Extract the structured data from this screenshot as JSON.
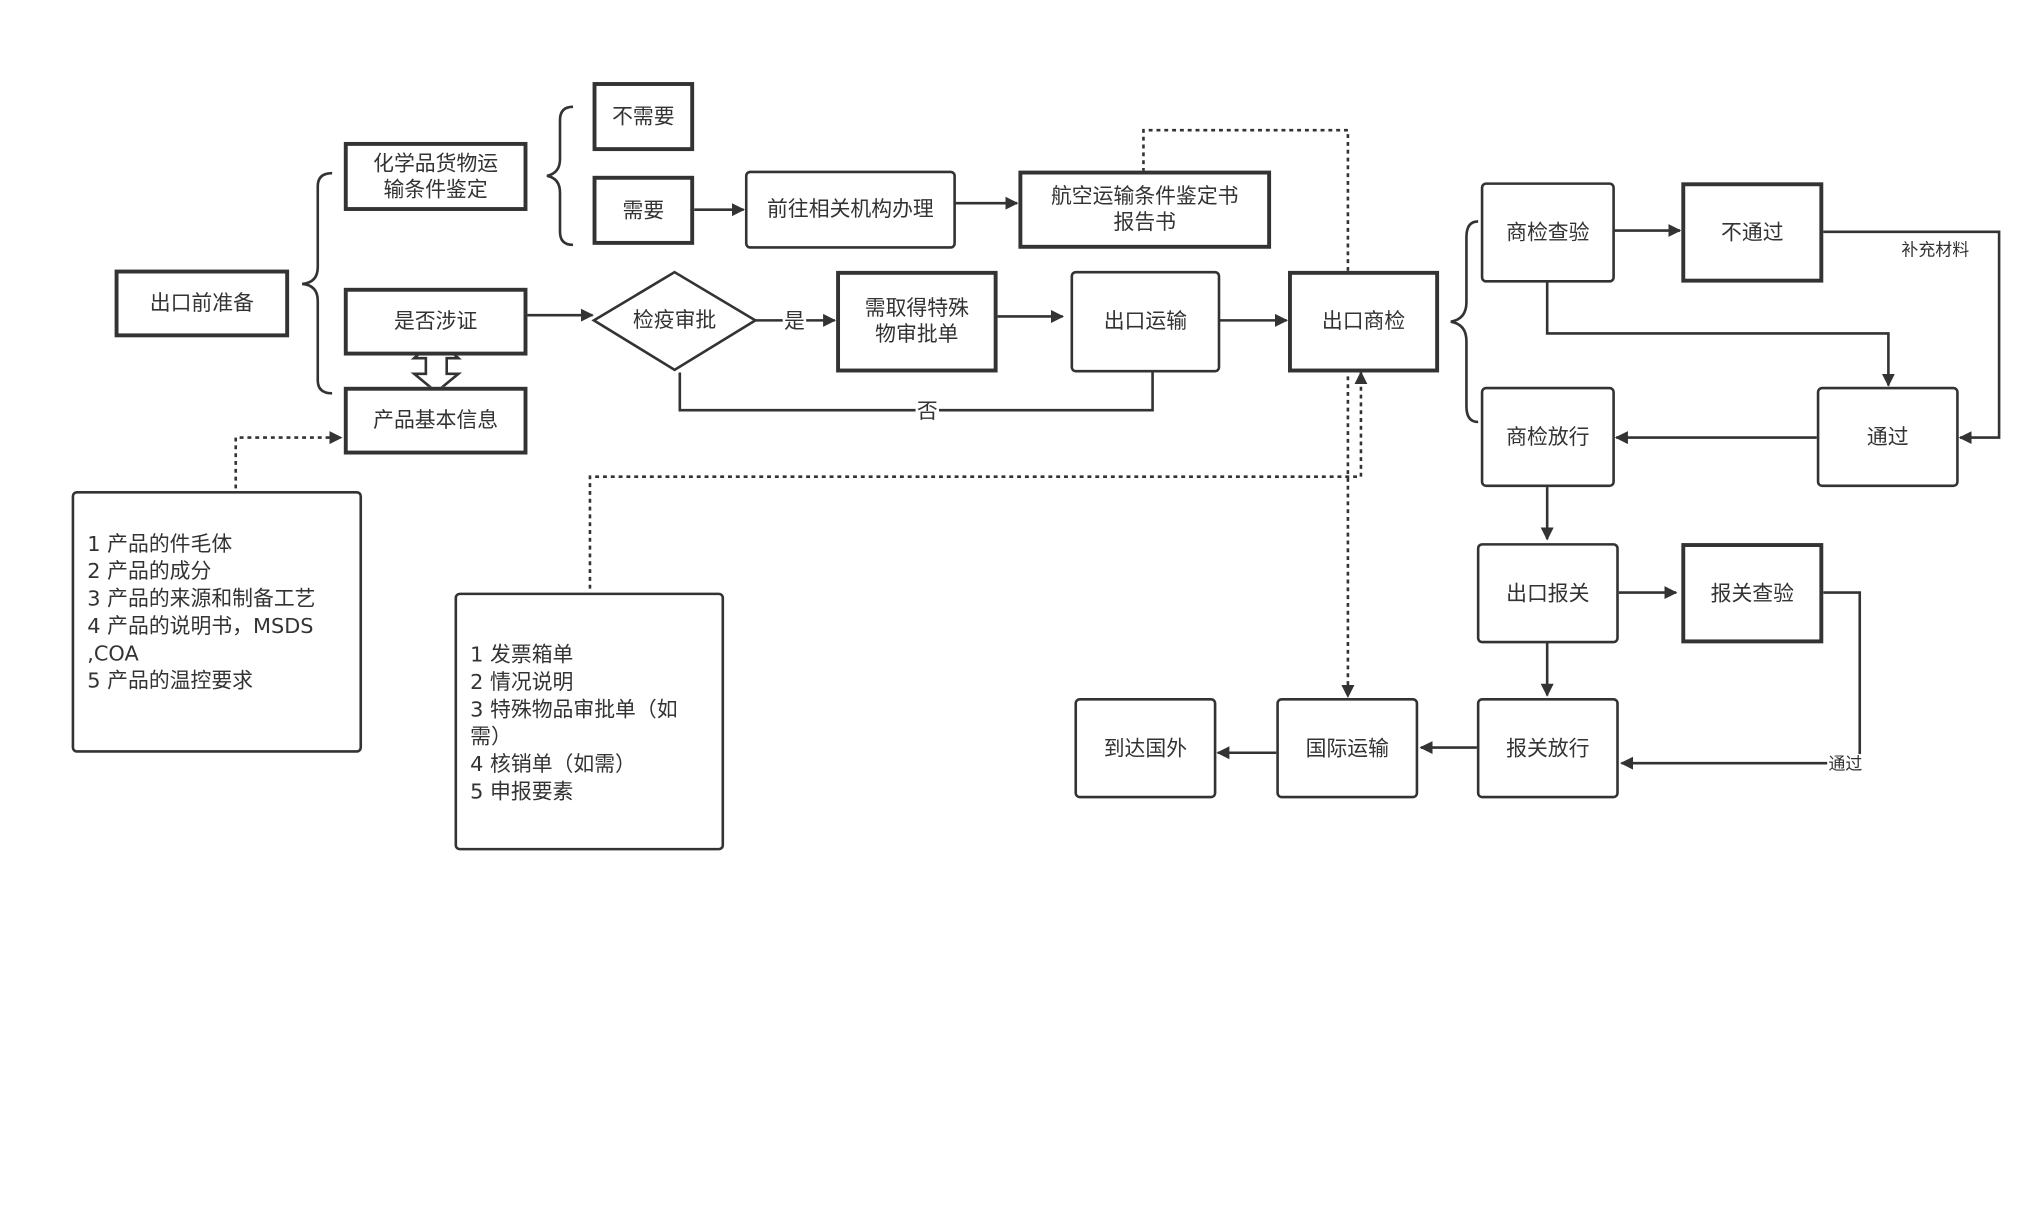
{
  "nodes": {
    "pre_export": "出口前准备",
    "chem_appraisal": "化学品货物运\n输条件鉴定",
    "not_needed": "不需要",
    "needed": "需要",
    "go_agency": "前往相关机构办理",
    "air_report": "航空运输条件鉴定书\n报告书",
    "involves_cert": "是否涉证",
    "product_info": "产品基本信息",
    "quarantine": "检疫审批",
    "special_approval": "需取得特殊\n物审批单",
    "export_transport": "出口运输",
    "export_inspection": "出口商检",
    "inspection_check": "商检查验",
    "not_pass": "不通过",
    "pass": "通过",
    "inspection_release": "商检放行",
    "export_declare": "出口报关",
    "customs_check": "报关查验",
    "customs_release": "报关放行",
    "intl_transport": "国际运输",
    "arrive_abroad": "到达国外"
  },
  "edge_labels": {
    "yes": "是",
    "no": "否",
    "supplement": "补充材料",
    "passed": "通过"
  },
  "notes": {
    "product_list": [
      "1 产品的件毛体",
      "2 产品的成分",
      "3 产品的来源和制备工艺",
      "4 产品的说明书，MSDS\n,COA",
      "5 产品的温控要求"
    ],
    "document_list": [
      "1 发票箱单",
      "2 情况说明",
      "3 特殊物品审批单（如\n需）",
      "4 核销单（如需）",
      "5 申报要素"
    ]
  },
  "colors": {
    "line": "#333333",
    "background": "#ffffff"
  }
}
